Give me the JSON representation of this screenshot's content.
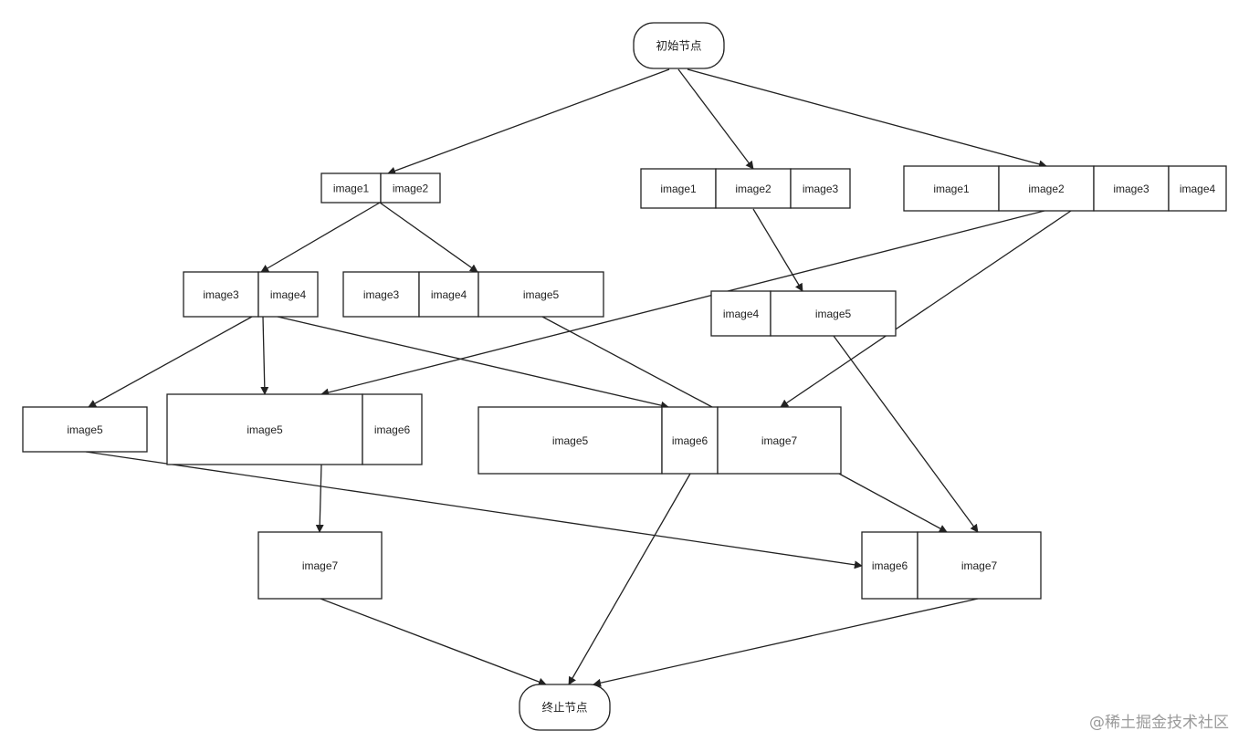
{
  "start_node": "初始节点",
  "end_node": "终止节点",
  "watermark": "@稀土掘金技术社区",
  "groups": [
    {
      "id": "g1",
      "cells": [
        "image1",
        "image2"
      ]
    },
    {
      "id": "g2",
      "cells": [
        "image1",
        "image2",
        "image3"
      ]
    },
    {
      "id": "g3",
      "cells": [
        "image1",
        "image2",
        "image3",
        "image4"
      ]
    },
    {
      "id": "g4",
      "cells": [
        "image3",
        "image4"
      ]
    },
    {
      "id": "g5",
      "cells": [
        "image3",
        "image4",
        "image5"
      ]
    },
    {
      "id": "g6",
      "cells": [
        "image4",
        "image5"
      ]
    },
    {
      "id": "g7",
      "cells": [
        "image5"
      ]
    },
    {
      "id": "g8",
      "cells": [
        "image5",
        "image6"
      ]
    },
    {
      "id": "g9",
      "cells": [
        "image5",
        "image6",
        "image7"
      ]
    },
    {
      "id": "g10",
      "cells": [
        "image7"
      ]
    },
    {
      "id": "g11",
      "cells": [
        "image6",
        "image7"
      ]
    }
  ],
  "edges": [
    {
      "from": "start",
      "to": "g1"
    },
    {
      "from": "start",
      "to": "g2"
    },
    {
      "from": "start",
      "to": "g3"
    },
    {
      "from": "g1",
      "to": "g4"
    },
    {
      "from": "g1",
      "to": "g5"
    },
    {
      "from": "g2",
      "to": "g6"
    },
    {
      "from": "g3",
      "to": "g8"
    },
    {
      "from": "g3",
      "to": "g9"
    },
    {
      "from": "g4",
      "to": "g7"
    },
    {
      "from": "g4",
      "to": "g8"
    },
    {
      "from": "g4",
      "to": "g9"
    },
    {
      "from": "g5",
      "to": "g9"
    },
    {
      "from": "g6",
      "to": "g11"
    },
    {
      "from": "g7",
      "to": "g11"
    },
    {
      "from": "g8",
      "to": "g10"
    },
    {
      "from": "g9",
      "to": "g11"
    },
    {
      "from": "g9",
      "to": "end"
    },
    {
      "from": "g10",
      "to": "end"
    },
    {
      "from": "g11",
      "to": "end"
    }
  ]
}
